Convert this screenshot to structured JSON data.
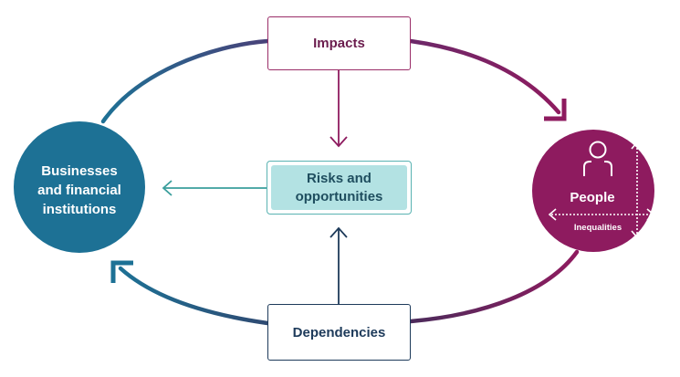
{
  "nodes": {
    "impacts": "Impacts",
    "dependencies": "Dependencies",
    "risks": [
      "Risks and",
      "opportunities"
    ],
    "businesses": [
      "Businesses",
      "and financial",
      "institutions"
    ],
    "people": "People",
    "inequalities": "Inequalities"
  },
  "colors": {
    "magenta": "#8e1b5f",
    "teal_blue": "#1d7195",
    "navy": "#1d3a5a",
    "teal": "#3a9e9c",
    "light_teal": "#b3e2e3"
  },
  "icons": [
    "person-icon",
    "vertical-double-arrow-icon",
    "horizontal-double-arrow-icon"
  ]
}
